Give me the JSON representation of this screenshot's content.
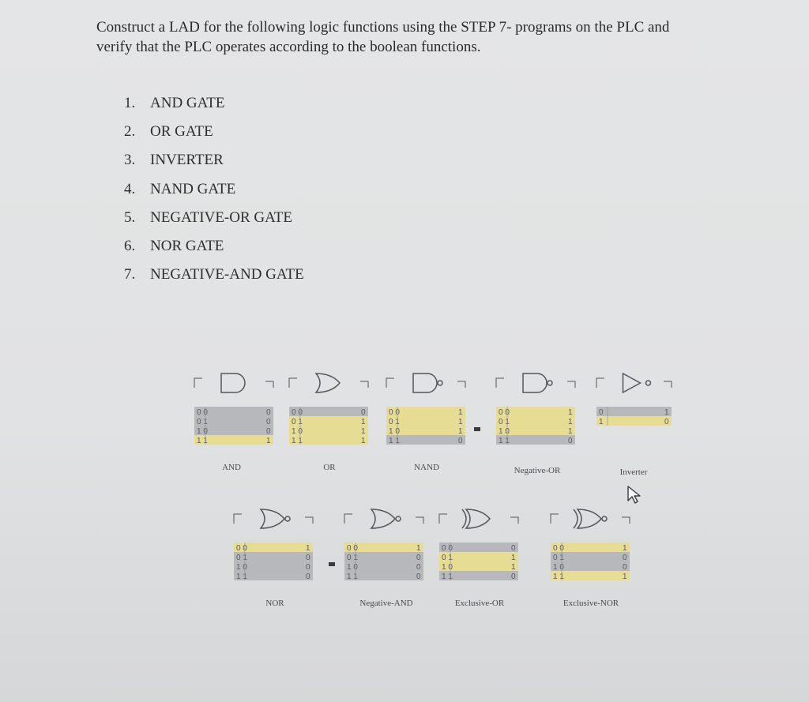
{
  "header": {
    "line1": "Construct a LAD for the following logic functions using the STEP 7- programs on the PLC and",
    "line2": "verify that the PLC operates according to the boolean functions."
  },
  "items": [
    {
      "num": "1.",
      "label": "AND GATE"
    },
    {
      "num": "2.",
      "label": "OR GATE"
    },
    {
      "num": "3.",
      "label": "INVERTER"
    },
    {
      "num": "4.",
      "label": "NAND GATE"
    },
    {
      "num": "5.",
      "label": "NEGATIVE-OR GATE"
    },
    {
      "num": "6.",
      "label": "NOR GATE"
    },
    {
      "num": "7.",
      "label": "NEGATIVE-AND GATE"
    }
  ],
  "figure": {
    "gate_labels": [
      "AND",
      "OR",
      "NAND",
      "Negative-OR",
      "Inverter",
      "NOR",
      "Negative-AND",
      "Exclusive-OR",
      "Exclusive-NOR"
    ],
    "input_rows": [
      "0 0",
      "0 1",
      "1 0",
      "1 1"
    ],
    "inverter_inputs": [
      "0",
      "1"
    ],
    "outputs": {
      "AND": [
        "0",
        "0",
        "0",
        "1"
      ],
      "OR": [
        "0",
        "1",
        "1",
        "1"
      ],
      "NAND": [
        "1",
        "1",
        "1",
        "0"
      ],
      "Negative-OR": [
        "1",
        "1",
        "1",
        "0"
      ],
      "Inverter": [
        "1",
        "0"
      ],
      "NOR": [
        "1",
        "0",
        "0",
        "0"
      ],
      "Negative-AND": [
        "1",
        "0",
        "0",
        "0"
      ],
      "Exclusive-OR": [
        "0",
        "1",
        "1",
        "0"
      ],
      "Exclusive-NOR": [
        "1",
        "0",
        "0",
        "1"
      ]
    },
    "colors": {
      "grey": "#b7b8bb",
      "yellow": "#e6dc93",
      "line": "#55565a"
    }
  }
}
